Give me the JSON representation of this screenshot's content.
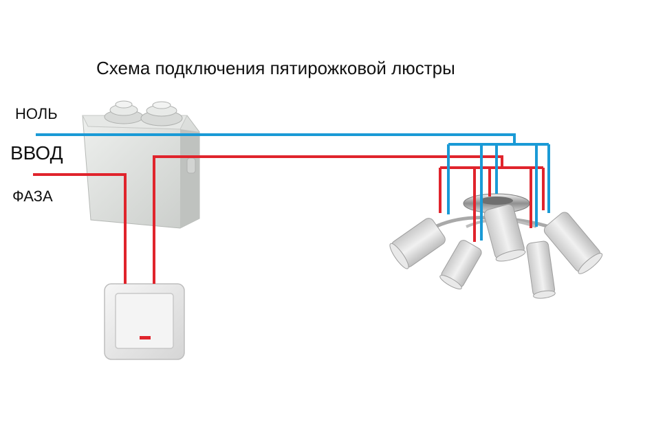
{
  "title": "Схема подключения пятирожковой люстры",
  "labels": {
    "neutral": "НОЛЬ",
    "input": "ВВОД",
    "phase": "ФАЗА"
  },
  "colors": {
    "neutral_wire": "#1a9ad6",
    "phase_wire": "#e0242c",
    "background": "#ffffff"
  },
  "chandelier": {
    "arms": 5
  }
}
